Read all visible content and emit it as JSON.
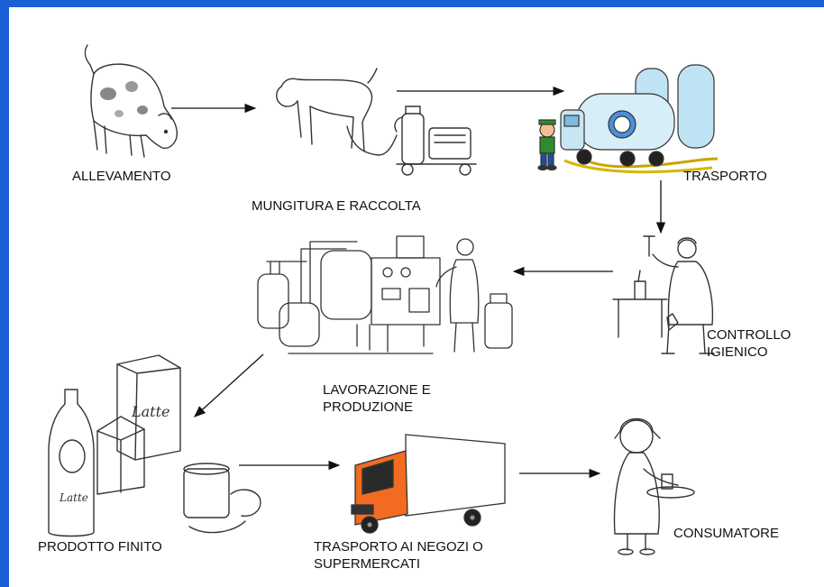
{
  "frame_color": "#1a5fd6",
  "steps": {
    "allevamento": "ALLEVAMENTO",
    "mungitura": "MUNGITURA E RACCOLTA",
    "trasporto": "TRASPORTO",
    "controllo_1": "CONTROLLO",
    "controllo_2": "IGIENICO",
    "lavorazione_1": "LAVORAZIONE E",
    "lavorazione_2": "PRODUZIONE",
    "prodotto": "PRODOTTO FINITO",
    "trasporto_negozi_1": "TRASPORTO AI NEGOZI O",
    "trasporto_negozi_2": "SUPERMERCATI",
    "consumatore": "CONSUMATORE"
  },
  "packaging_text": {
    "carton": "Latte",
    "bottle": "Latte"
  },
  "icons": [
    "cow-icon",
    "milking-machine-icon",
    "tanker-truck-icon",
    "lab-technician-icon",
    "dairy-plant-icon",
    "milk-products-icon",
    "delivery-truck-icon",
    "consumer-girl-icon"
  ]
}
